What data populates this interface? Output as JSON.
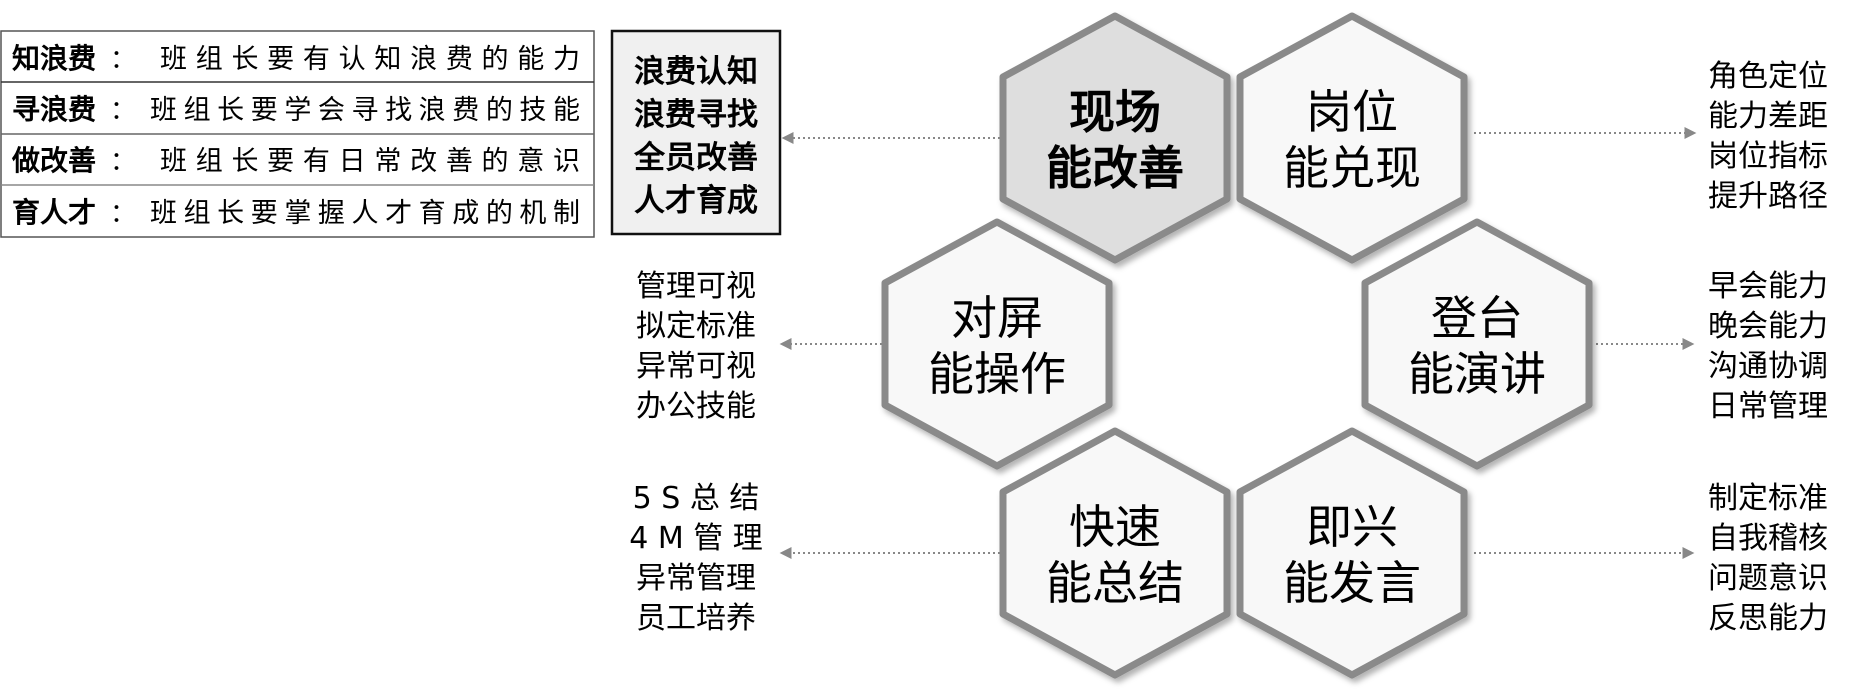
{
  "table": {
    "rows": [
      {
        "key": "知浪费",
        "sep": "：",
        "text": "班组长要有认知浪费的能力"
      },
      {
        "key": "寻浪费",
        "sep": "：",
        "text": "班组长要学会寻找浪费的技能"
      },
      {
        "key": "做改善",
        "sep": "：",
        "text": "班组长要有日常改善的意识"
      },
      {
        "key": "育人才",
        "sep": "：",
        "text": "班组长要掌握人才育成的机制"
      }
    ]
  },
  "summary_box": {
    "lines": [
      "浪费认知",
      "浪费寻找",
      "全员改善",
      "人才育成"
    ]
  },
  "hexagons": [
    {
      "lines": [
        "现场",
        "能改善"
      ],
      "highlight": true
    },
    {
      "lines": [
        "岗位",
        "能兑现"
      ],
      "highlight": false
    },
    {
      "lines": [
        "对屏",
        "能操作"
      ],
      "highlight": false
    },
    {
      "lines": [
        "登台",
        "能演讲"
      ],
      "highlight": false
    },
    {
      "lines": [
        "快速",
        "能总结"
      ],
      "highlight": false
    },
    {
      "lines": [
        "即兴",
        "能发言"
      ],
      "highlight": false
    }
  ],
  "side_lists": {
    "left_mid": [
      "管理可视",
      "拟定标准",
      "异常可视",
      "办公技能"
    ],
    "left_bottom": [
      "5 S 总 结",
      "4 M 管 理",
      "异常管理",
      "员工培养"
    ],
    "right_top": [
      "角色定位",
      "能力差距",
      "岗位指标",
      "提升路径"
    ],
    "right_mid": [
      "早会能力",
      "晚会能力",
      "沟通协调",
      "日常管理"
    ],
    "right_bottom": [
      "制定标准",
      "自我稽核",
      "问题意识",
      "反思能力"
    ]
  },
  "colors": {
    "hex_stroke": "#8a8a8a",
    "hex_fill": "#f8f8f8",
    "hex_highlight": "#dedede",
    "arrow": "#888888"
  }
}
